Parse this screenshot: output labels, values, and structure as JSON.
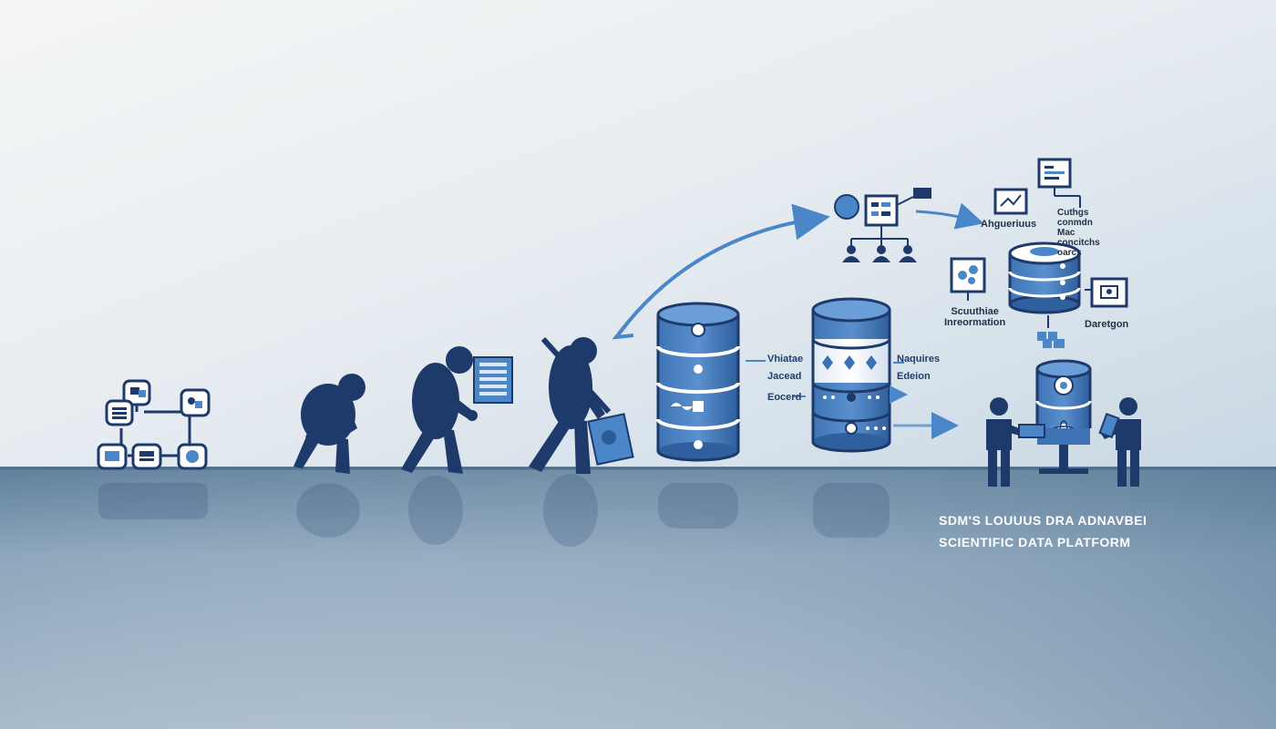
{
  "caption": {
    "line1": "SDM'S LOUUUS DRA ADNAVBEI",
    "line2": "SCIENTIFIC DATA PLATFORM"
  },
  "labels": {
    "db1_left": [
      "Vhiatae",
      "Jacead",
      "Eocerd"
    ],
    "db2_right": [
      "Naquires",
      "Edeion"
    ],
    "top_center_right": "Ahgueriuus",
    "top_right_block": "Cuthgs\nconmdn\nMac\nconcitchs\noarcs",
    "mid_left": "Scuuthiae\nInreormation",
    "mid_right": "Daretgon"
  },
  "icon_names": [
    "network-icon",
    "evolution-figures",
    "database-cylinder-icon",
    "org-chart-icon",
    "monitor-icon",
    "scientist-figure",
    "curved-arrow"
  ],
  "colors": {
    "primary": "#1d3a6b",
    "accent": "#4a86c8",
    "light_accent": "#6fa0d6",
    "floor": "#7c98b2"
  }
}
